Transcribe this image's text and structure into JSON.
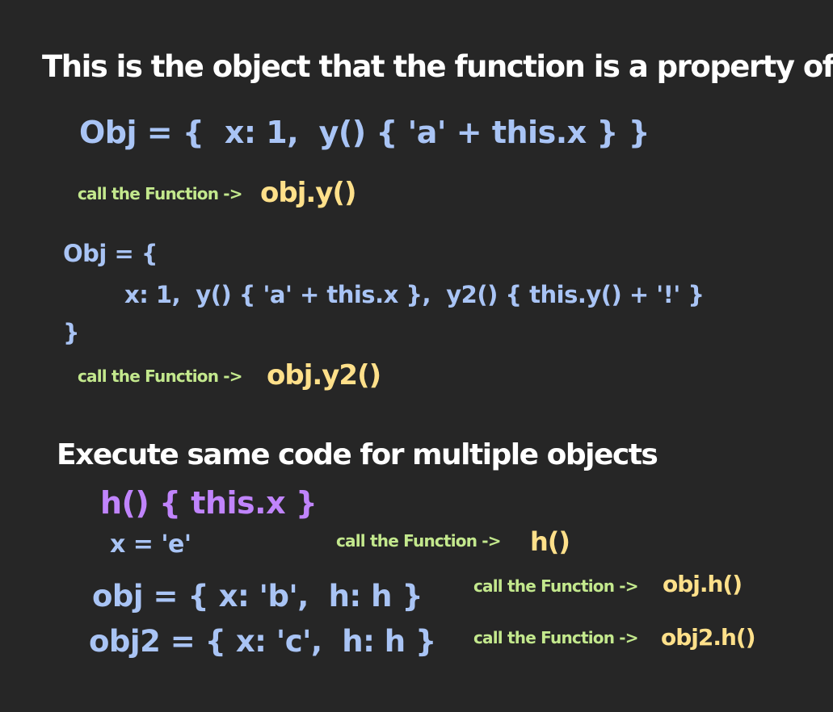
{
  "section1": {
    "heading": "This is the object that the function is a property of",
    "example1": {
      "code": "Obj = {  x: 1,  y() { 'a' + this.x } }",
      "note": "call the Function ->",
      "call": "obj.y()"
    },
    "example2": {
      "line1": "Obj = {",
      "line2": "x: 1,  y() { 'a' + this.x },  y2() { this.y() + '!' }",
      "line3": "}",
      "note": "call the Function ->",
      "call": "obj.y2()"
    }
  },
  "section2": {
    "heading": "Execute same code for multiple objects",
    "fn_def": "h() { this.x }",
    "global_x": "x = 'e'",
    "global_note": "call the Function ->",
    "global_call": "h()",
    "obj_line": "obj = { x: 'b',  h: h }",
    "obj_note": "call the Function ->",
    "obj_call": "obj.h()",
    "obj2_line": "obj2 = { x: 'c',  h: h }",
    "obj2_note": "call the Function ->",
    "obj2_call": "obj2.h()"
  },
  "colors": {
    "background": "#262626",
    "heading": "#ffffff",
    "code": "#a9c4f5",
    "function_def": "#c084fc",
    "note": "#c3e88d",
    "call": "#ffe08a"
  }
}
